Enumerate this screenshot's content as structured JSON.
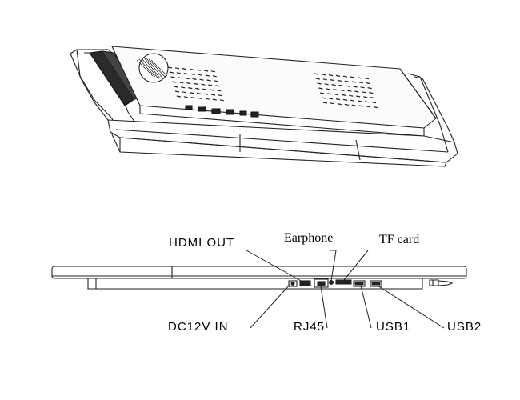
{
  "diagram": {
    "labels": {
      "hdmi_out": "HDMI OUT",
      "earphone": "Earphone",
      "tf_card": "TF card",
      "dc12v_in": "DC12V IN",
      "rj45": "RJ45",
      "usb1": "USB1",
      "usb2": "USB2"
    },
    "icons": {
      "upper_view": "monitor-rear-perspective-drawing",
      "lower_view": "monitor-bottom-edge-drawing"
    },
    "colors": {
      "line": "#222222",
      "text": "#000000",
      "background": "#ffffff"
    }
  }
}
